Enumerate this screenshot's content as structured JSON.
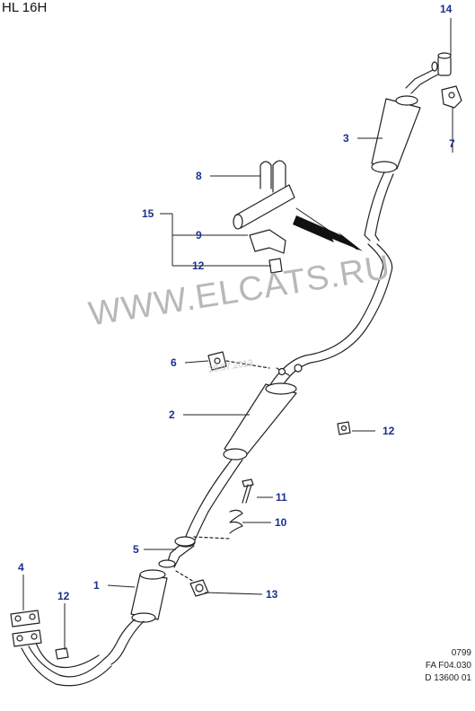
{
  "header": {
    "title": "HL 16H"
  },
  "watermark": {
    "text": "WWW.ELCATS.RU",
    "date": "28.07.2013"
  },
  "footer": {
    "line1": "0799",
    "line2": "FA F04.030",
    "line3": "D 13600 01"
  },
  "callouts": {
    "c1": "1",
    "c2": "2",
    "c3": "3",
    "c4": "4",
    "c5": "5",
    "c6": "6",
    "c7": "7",
    "c8": "8",
    "c9": "9",
    "c10": "10",
    "c11": "11",
    "c12a": "12",
    "c12b": "12",
    "c12c": "12",
    "c13": "13",
    "c14": "14",
    "c15": "15"
  },
  "colors": {
    "callout": "#1b2f8c",
    "line": "#222222",
    "watermark": "#b8b8b8"
  }
}
